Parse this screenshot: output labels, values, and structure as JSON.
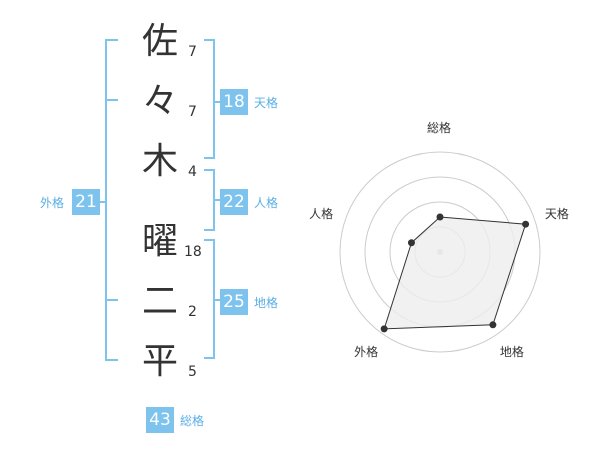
{
  "colors": {
    "accent": "#7dc3ee",
    "accent_text": "#5aaee6",
    "text": "#333333",
    "grid": "#cccccc",
    "fill": "#eeeeee"
  },
  "name": {
    "chars": [
      {
        "char": "佐",
        "strokes": "7"
      },
      {
        "char": "々",
        "strokes": "7"
      },
      {
        "char": "木",
        "strokes": "4"
      },
      {
        "char": "曜",
        "strokes": "18"
      },
      {
        "char": "二",
        "strokes": "2"
      },
      {
        "char": "平",
        "strokes": "5"
      }
    ]
  },
  "kakusu": {
    "tenkaku": {
      "value": "18",
      "label": "天格"
    },
    "jinkaku": {
      "value": "22",
      "label": "人格"
    },
    "chikaku": {
      "value": "25",
      "label": "地格"
    },
    "gaikaku": {
      "value": "21",
      "label": "外格"
    },
    "soukaku": {
      "value": "43",
      "label": "総格"
    }
  },
  "chart_data": {
    "type": "radar",
    "axes": [
      "総格",
      "天格",
      "地格",
      "外格",
      "人格"
    ],
    "values": [
      0.35,
      0.9,
      0.9,
      0.95,
      0.3
    ],
    "range": [
      0,
      1
    ],
    "rings": 4
  }
}
